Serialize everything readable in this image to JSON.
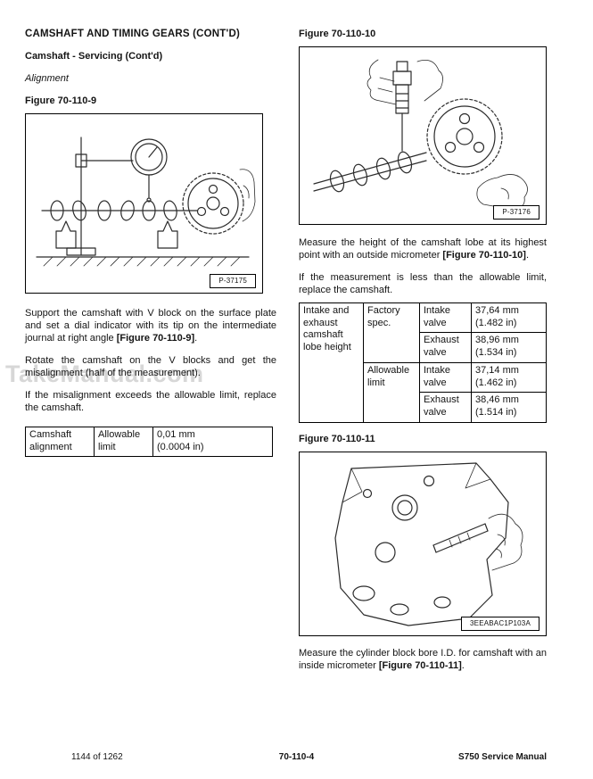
{
  "header": {
    "title": "CAMSHAFT AND TIMING GEARS (CONT'D)",
    "subtitle": "Camshaft - Servicing (Cont'd)",
    "section": "Alignment"
  },
  "watermark": "TakeManual.com",
  "left": {
    "figure9": {
      "caption": "Figure 70-110-9",
      "label": "P-37175"
    },
    "para1": {
      "text": "Support the camshaft with V block on the surface plate and set a dial indicator with its tip on the intermediate journal at right angle ",
      "ref": "[Figure 70-110-9]",
      "after": "."
    },
    "para2": "Rotate the camshaft on the V blocks and get the misalignment (half of the measurement).",
    "para3": "If the misalignment exceeds the allowable limit, replace the camshaft.",
    "alignment_table": {
      "item": "Camshaft alignment",
      "spec": "Allowable limit",
      "value": "0,01 mm\n(0.0004 in)"
    }
  },
  "right": {
    "figure10": {
      "caption": "Figure 70-110-10",
      "label": "P-37176"
    },
    "para1": {
      "text": "Measure the height of the camshaft lobe at its highest point with an outside micrometer ",
      "ref": "[Figure 70-110-10]",
      "after": "."
    },
    "para2": "If the measurement is less than the allowable limit, replace the camshaft.",
    "lobe_table": {
      "row_label": "Intake and exhaust camshaft lobe height",
      "groups": [
        {
          "label": "Factory spec.",
          "rows": [
            {
              "valve": "Intake valve",
              "value": "37,64 mm\n(1.482 in)"
            },
            {
              "valve": "Exhaust valve",
              "value": "38,96 mm\n(1.534 in)"
            }
          ]
        },
        {
          "label": "Allowable limit",
          "rows": [
            {
              "valve": "Intake valve",
              "value": "37,14 mm\n(1.462 in)"
            },
            {
              "valve": "Exhaust valve",
              "value": "38,46 mm\n(1.514 in)"
            }
          ]
        }
      ]
    },
    "figure11": {
      "caption": "Figure 70-110-11",
      "label": "3EEABAC1P103A"
    },
    "para3": {
      "text": "Measure the cylinder block bore I.D. for camshaft with an inside micrometer ",
      "ref": "[Figure 70-110-11]",
      "after": "."
    }
  },
  "footer": {
    "page_info": "1144 of 1262",
    "page_code": "70-110-4",
    "manual_name": "S750 Service Manual"
  }
}
